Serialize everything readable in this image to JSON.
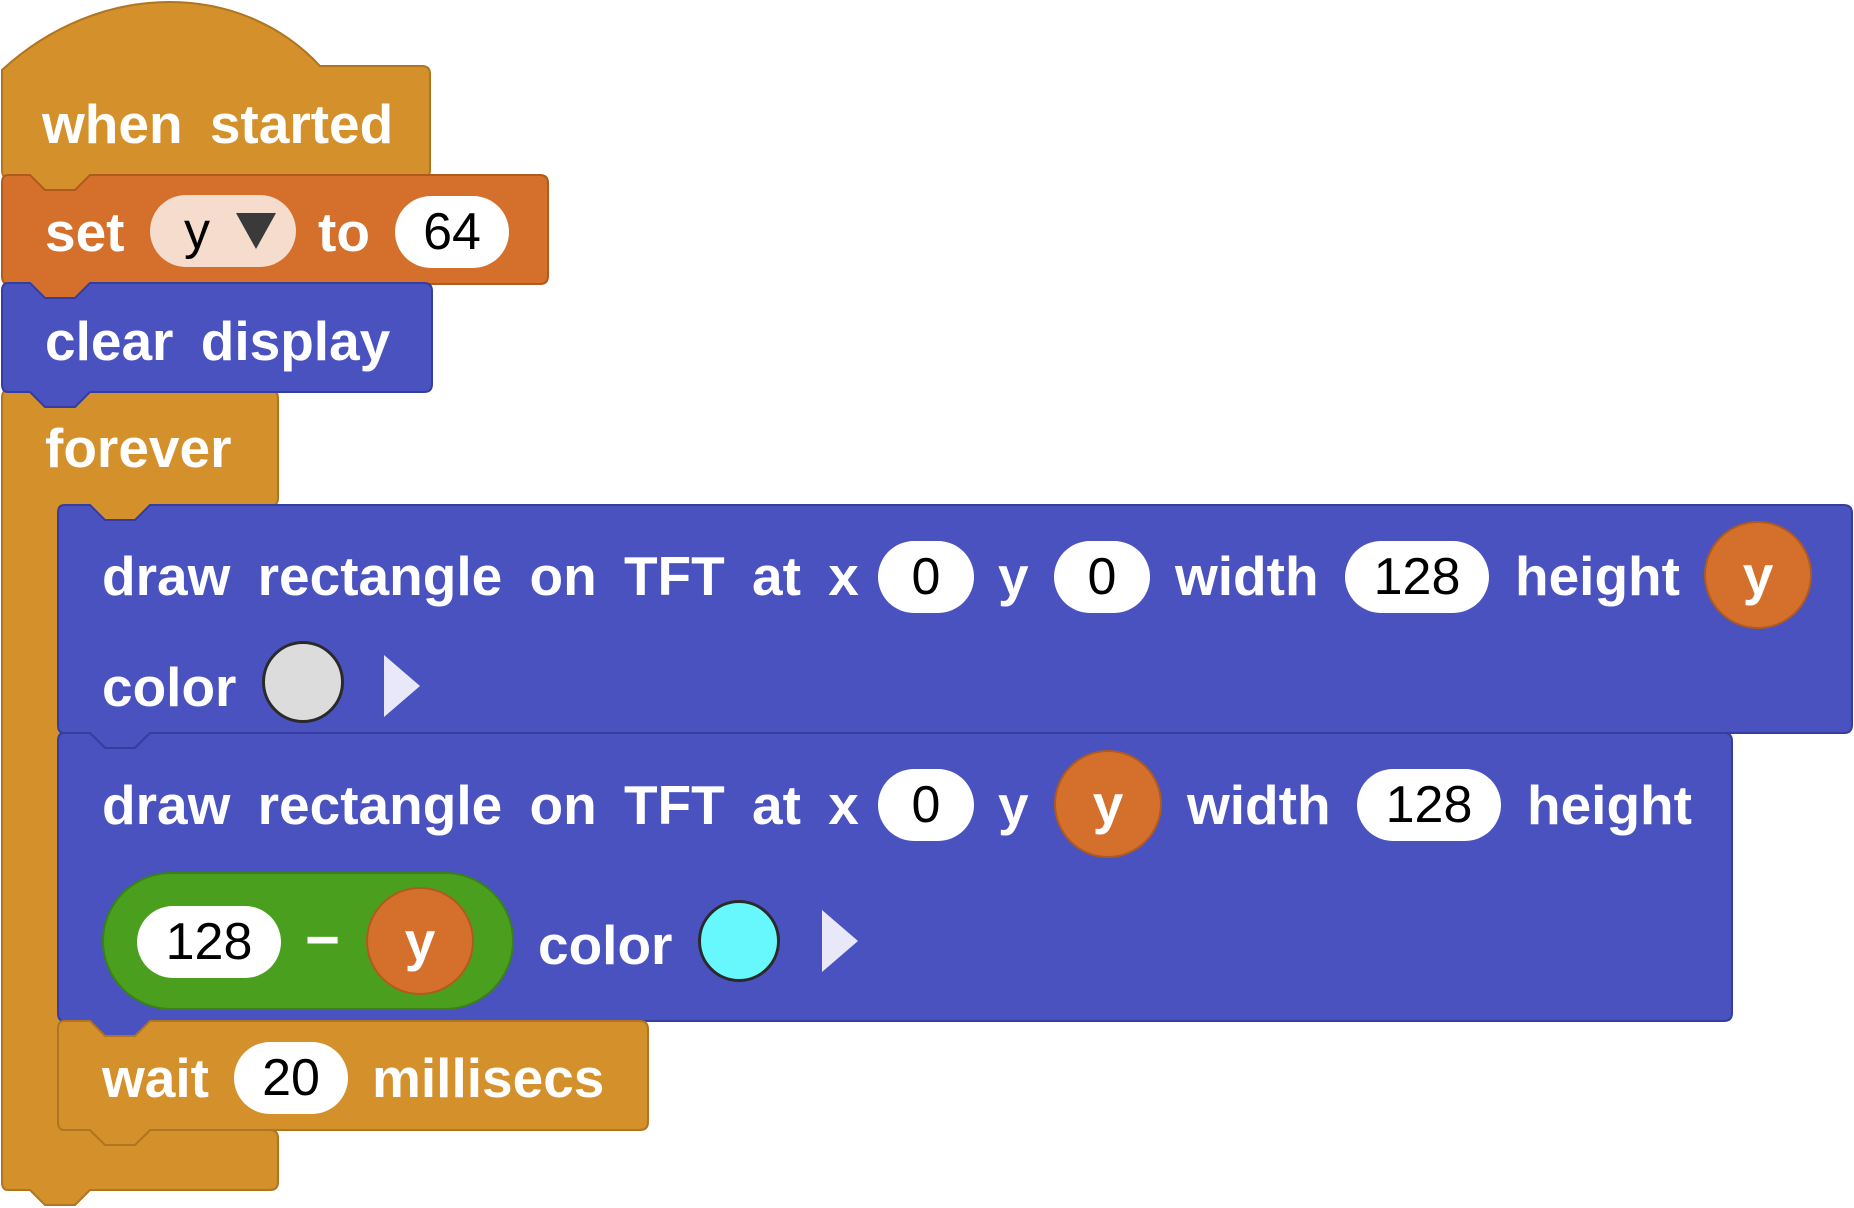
{
  "colors": {
    "control": "#d4902a",
    "variables": "#d4702b",
    "display": "#4a52c0",
    "operators": "#4aa01e",
    "swatch_gray": "#dcdcdc",
    "swatch_cyan": "#66f8fc"
  },
  "blocks": {
    "hat": {
      "label": "when started"
    },
    "set": {
      "label_set": "set",
      "variable": "y",
      "label_to": "to",
      "value": "64"
    },
    "clear": {
      "label": "clear display"
    },
    "forever": {
      "label": "forever"
    },
    "rect1": {
      "label_prefix": "draw rectangle on TFT at x",
      "x": "0",
      "label_y": "y",
      "y": "0",
      "label_width": "width",
      "width": "128",
      "label_height": "height",
      "height_var": "y",
      "label_color": "color",
      "color_swatch": "#dcdcdc"
    },
    "rect2": {
      "label_prefix": "draw rectangle on TFT at x",
      "x": "0",
      "label_y": "y",
      "y_var": "y",
      "label_width": "width",
      "width": "128",
      "label_height": "height",
      "minuend": "128",
      "operator": "−",
      "subtrahend_var": "y",
      "label_color": "color",
      "color_swatch": "#66f8fc"
    },
    "wait": {
      "label_wait": "wait",
      "value": "20",
      "label_unit": "millisecs"
    }
  }
}
